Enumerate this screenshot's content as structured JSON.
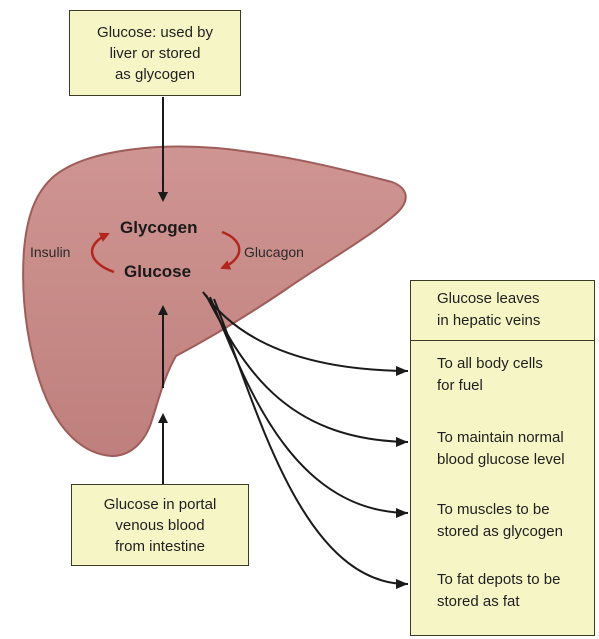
{
  "top_box": {
    "lines": [
      "Glucose: used by",
      "liver or stored",
      "as glycogen"
    ]
  },
  "center": {
    "glycogen": "Glycogen",
    "glucose": "Glucose",
    "insulin": "Insulin",
    "glucagon": "Glucagon"
  },
  "bottom_box": {
    "lines": [
      "Glucose in portal",
      "venous blood",
      "from intestine"
    ]
  },
  "outputs": {
    "header": [
      "Glucose leaves",
      "in hepatic veins"
    ],
    "items": [
      [
        "To all body cells",
        "for fuel"
      ],
      [
        "To maintain normal",
        "blood glucose level"
      ],
      [
        "To muscles to be",
        "stored as glycogen"
      ],
      [
        "To fat depots to be",
        "stored as fat"
      ]
    ]
  },
  "colors": {
    "liver_fill": "#c98d8a",
    "liver_stroke": "#9e5d5a",
    "box_fill": "#f6f5c6",
    "cycle_arrow": "#b3261e"
  }
}
